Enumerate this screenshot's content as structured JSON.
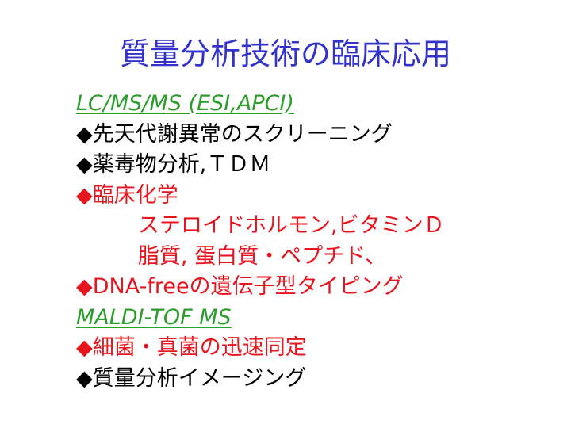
{
  "slide": {
    "title": "質量分析技術の臨床応用",
    "title_color": "#3333cc",
    "lines": [
      {
        "text": "LC/MS/MS (ESI,APCI)",
        "color": "#2a9d2a",
        "style": "heading"
      },
      {
        "text": "◆先天代謝異常のスクリーニング",
        "color": "#000000",
        "style": "normal"
      },
      {
        "text": "◆薬毒物分析,ＴＤＭ",
        "color": "#000000",
        "style": "normal"
      },
      {
        "text": "◆臨床化学",
        "color": "#e8141e",
        "style": "normal"
      },
      {
        "text": "ステロイドホルモン,ビタミンＤ",
        "color": "#e8141e",
        "style": "indent"
      },
      {
        "text": "脂質, 蛋白質・ペプチド、",
        "color": "#e8141e",
        "style": "indent"
      },
      {
        "text": "◆DNA-freeの遺伝子型タイピング",
        "color": "#e8141e",
        "style": "normal"
      },
      {
        "text": "MALDI-TOF MS",
        "color": "#2a9d2a",
        "style": "heading"
      },
      {
        "text": "◆細菌・真菌の迅速同定",
        "color": "#e8141e",
        "style": "normal"
      },
      {
        "text": "◆質量分析イメージング",
        "color": "#000000",
        "style": "normal"
      }
    ]
  }
}
